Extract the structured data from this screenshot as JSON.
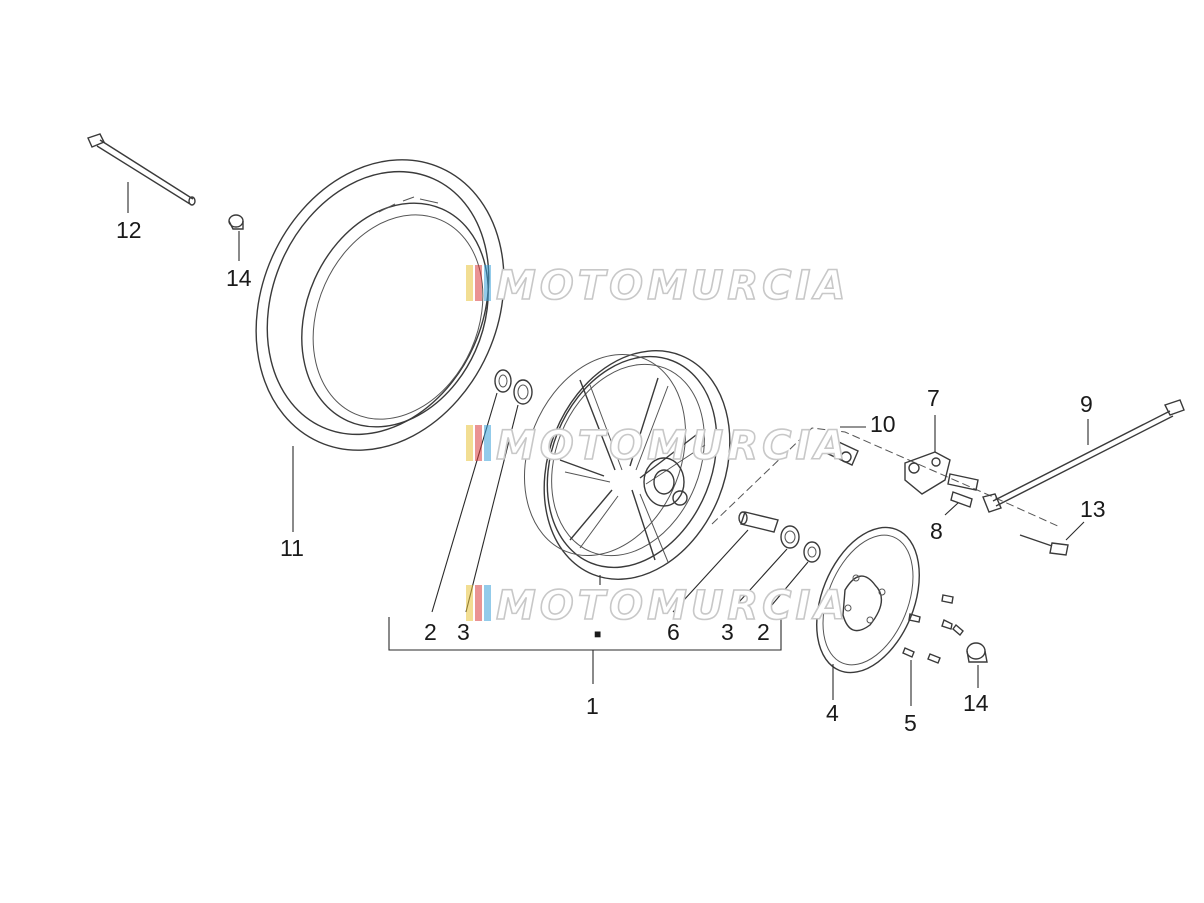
{
  "labels": {
    "l1": "1",
    "l2a": "2",
    "l3a": "3",
    "l6": "6",
    "l3b": "3",
    "l2b": "2",
    "l4": "4",
    "l5": "5",
    "l7": "7",
    "l8": "8",
    "l9": "9",
    "l10": "10",
    "l11": "11",
    "l12": "12",
    "l13": "13",
    "l14a": "14",
    "l14b": "14",
    "square_marker": "■"
  },
  "watermark": {
    "text": "MOTOMURCIA",
    "stripe_colors": [
      "#e8c33a",
      "#d83a3a",
      "#3aa0d8"
    ]
  },
  "colors": {
    "line": "#3a3a3a",
    "label": "#1a1a1a",
    "watermark_outline": "#c8c8c8"
  }
}
